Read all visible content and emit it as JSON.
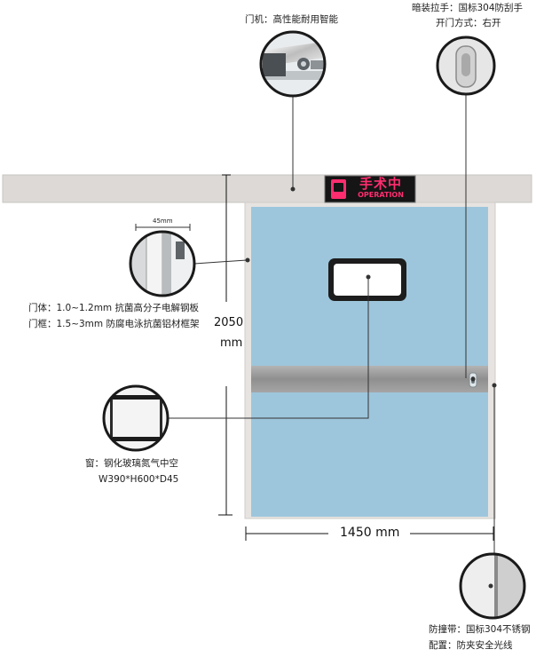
{
  "labels": {
    "motor": "门机：高性能耐用智能",
    "handle_line1": "暗装拉手：国标304防刮手",
    "handle_line2": "开门方式：右开",
    "body_line1": "门体：1.0~1.2mm  抗菌高分子电解钢板",
    "body_line2": "门框：1.5~3mm  防腐电泳抗菌铝材框架",
    "window_line1": "窗：钢化玻璃氮气中空",
    "window_line2": "W390*H600*D45",
    "bumper_line1": "防撞带：国标304不锈钢",
    "bumper_line2": "配置：防夹安全光线"
  },
  "dimensions": {
    "height_value": "2050",
    "height_unit": "mm",
    "width": "1450 mm",
    "detail_45": "45mm"
  },
  "sign": {
    "cn": "手术中",
    "en": "OPERATION"
  },
  "colors": {
    "door": "#9dc6dc",
    "header": "#dcd9d6",
    "frame_outline": "#d0cdc9",
    "bumper": "#9a9a9a",
    "sign_bg": "#151515",
    "sign_text": "#ff2d6f"
  }
}
